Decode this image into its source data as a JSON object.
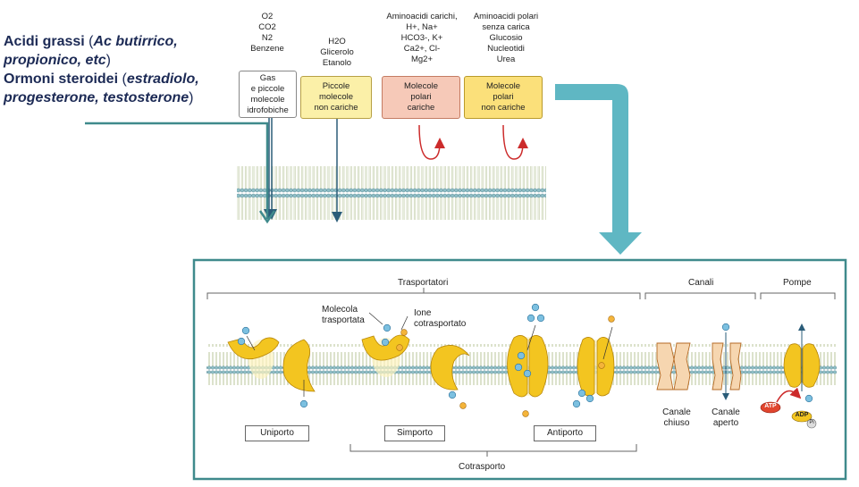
{
  "side_note": {
    "fatty_acids_title": "Acidi grassi",
    "fatty_acids_detail": "Ac butirrico, propionico, etc",
    "steroids_title": "Ormoni steroidei",
    "steroids_detail": "estradiolo, progesterone, testosterone"
  },
  "permeability": {
    "gas": {
      "lines": [
        "O2",
        "CO2",
        "N2",
        "Benzene"
      ],
      "box": [
        "Gas",
        "e piccole",
        "molecole",
        "idrofobiche"
      ]
    },
    "small": {
      "lines": [
        "H2O",
        "Glicerolo",
        "Etanolo"
      ],
      "box": [
        "Piccole",
        "molecole",
        "non cariche"
      ]
    },
    "charged": {
      "lines": [
        "Aminoacidi carichi,",
        "H+, Na+",
        "HCO3-, K+",
        "Ca2+, Cl-",
        "Mg2+"
      ],
      "box": [
        "Molecole",
        "polari",
        "cariche"
      ]
    },
    "polar": {
      "lines": [
        "Aminoacidi polari",
        "senza carica",
        "Glucosio",
        "Nucleotidi",
        "Urea"
      ],
      "box": [
        "Molecole",
        "polari",
        "non cariche"
      ]
    }
  },
  "transport": {
    "trasportatori": "Trasportatori",
    "canali": "Canali",
    "pompe": "Pompe",
    "molecola_trasportata": "Molecola trasportata",
    "ione_cotrasportato": "Ione cotrasportato",
    "uniporto": "Uniporto",
    "simporto": "Simporto",
    "antiporto": "Antiporto",
    "cotrasporto": "Cotrasporto",
    "canale_chiuso": [
      "Canale",
      "chiuso"
    ],
    "canale_aperto": [
      "Canale",
      "aperto"
    ],
    "atp": "ATP",
    "adp": "ADP",
    "pi": "Pi"
  },
  "colors": {
    "title_blue": "#1c2a55",
    "teal": "#3f8a8c",
    "arrow_teal": "#5fb7c3",
    "yellow_box": "#fbe9a0",
    "pink_box": "#f6c9b8",
    "light_yellow": "#fdf6c8",
    "protein": "#f3c520",
    "red": "#cc2b2b"
  }
}
